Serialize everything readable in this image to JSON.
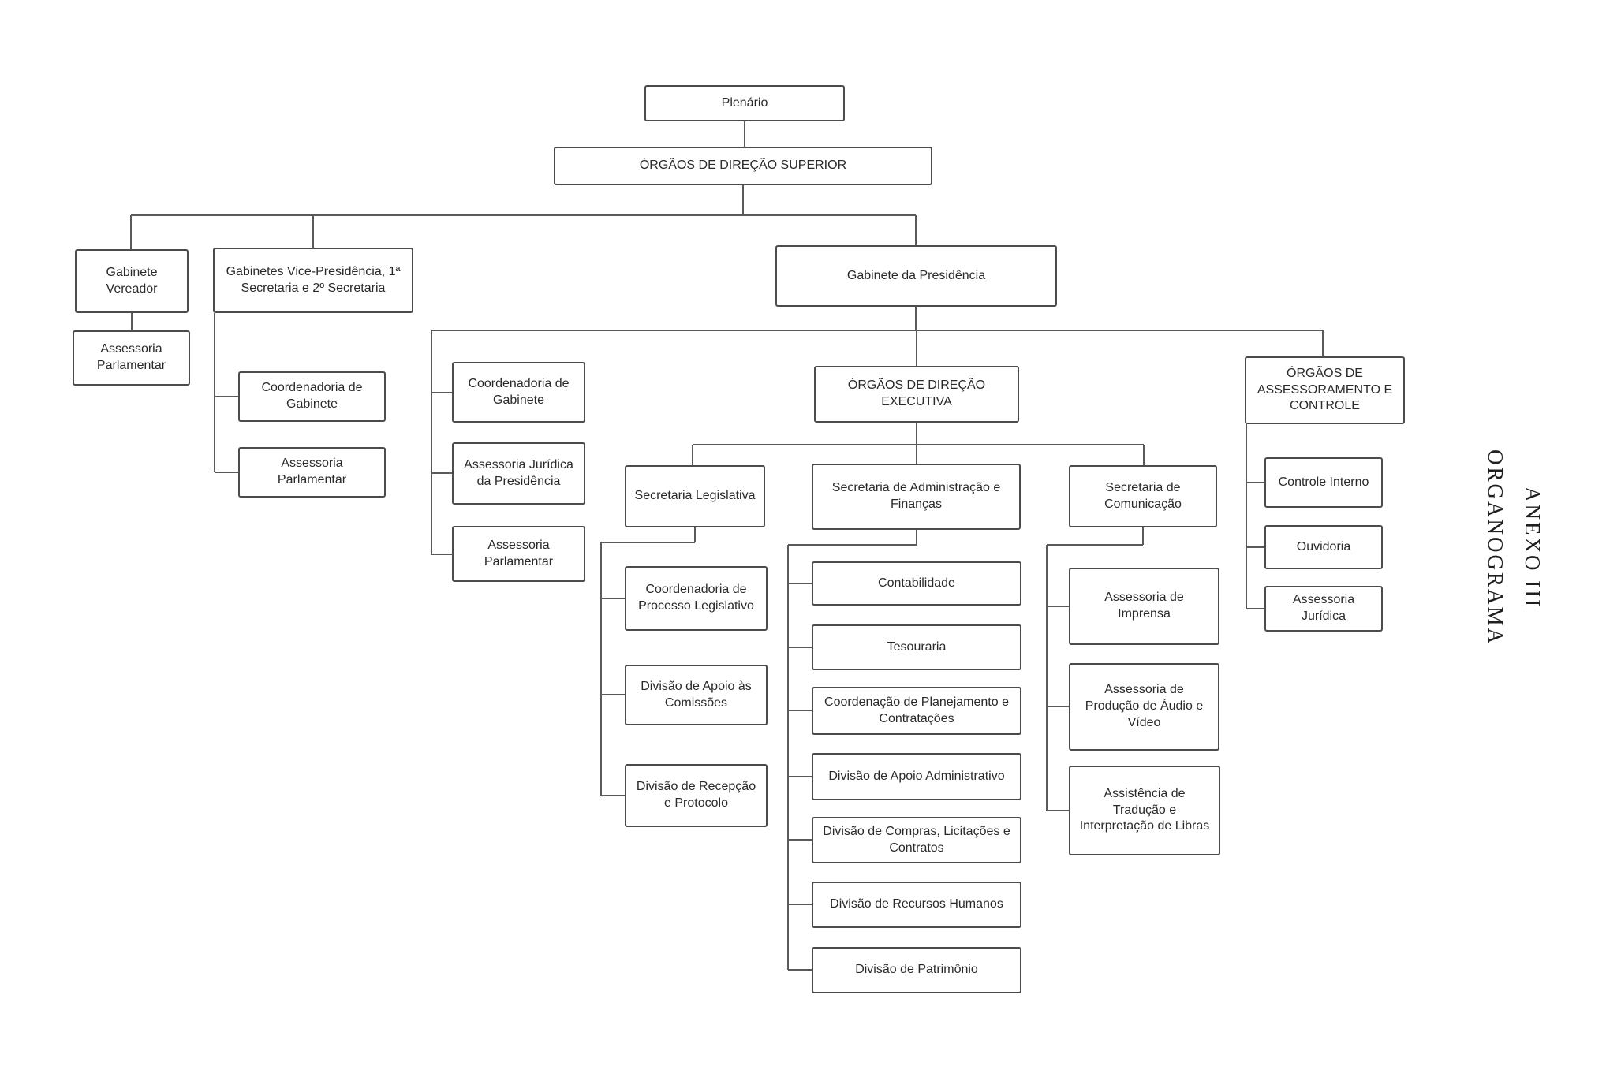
{
  "page": {
    "annex_label": "ANEXO III",
    "annex_sublabel": "ORGANOGRAMA"
  },
  "colors": {
    "border": "#4c4c4c",
    "text": "#2a2a2a",
    "line": "#5a5a5a",
    "background": "#ffffff"
  },
  "nodes": {
    "plenario": "Plenário",
    "orgaos_direcao_superior": "ÓRGÃOS DE DIREÇÃO SUPERIOR",
    "gabinete_vereador": "Gabinete Vereador",
    "gabinetes_vice": "Gabinetes Vice-Presidência, 1ª Secretaria e 2º Secretaria",
    "gabinete_presidencia": "Gabinete da Presidência",
    "assessoria_parlamentar_vereador": "Assessoria Parlamentar",
    "coordenadoria_gabinete_vice": "Coordenadoria de Gabinete",
    "assessoria_parlamentar_vice": "Assessoria Parlamentar",
    "coordenadoria_gabinete_presidencia": "Coordenadoria de Gabinete",
    "assessoria_juridica_presidencia": "Assessoria Jurídica da Presidência",
    "assessoria_parlamentar_presidencia": "Assessoria Parlamentar",
    "orgaos_direcao_executiva": "ÓRGÃOS DE DIREÇÃO EXECUTIVA",
    "orgaos_assessoramento_controle": "ÓRGÃOS DE ASSESSORAMENTO E CONTROLE",
    "secretaria_legislativa": "Secretaria Legislativa",
    "secretaria_administracao_financas": "Secretaria de Administração e Finanças",
    "secretaria_comunicacao": "Secretaria de Comunicação",
    "coordenadoria_processo_legislativo": "Coordenadoria de Processo Legislativo",
    "divisao_apoio_comissoes": "Divisão de Apoio às Comissões",
    "divisao_recepcao_protocolo": "Divisão de Recepção e Protocolo",
    "contabilidade": "Contabilidade",
    "tesouraria": "Tesouraria",
    "coordenacao_planejamento_contratacoes": "Coordenação de Planejamento e Contratações",
    "divisao_apoio_administrativo": "Divisão de Apoio Administrativo",
    "divisao_compras_licitacoes_contratos": "Divisão de Compras, Licitações e Contratos",
    "divisao_recursos_humanos": "Divisão de Recursos Humanos",
    "divisao_patrimonio": "Divisão de Patrimônio",
    "assessoria_imprensa": "Assessoria de Imprensa",
    "assessoria_producao_audio_video": "Assessoria de Produção de Áudio e Vídeo",
    "assistencia_traducao_libras": "Assistência de Tradução e Interpretação de Libras",
    "controle_interno": "Controle Interno",
    "ouvidoria": "Ouvidoria",
    "assessoria_juridica": "Assessoria Jurídica"
  }
}
